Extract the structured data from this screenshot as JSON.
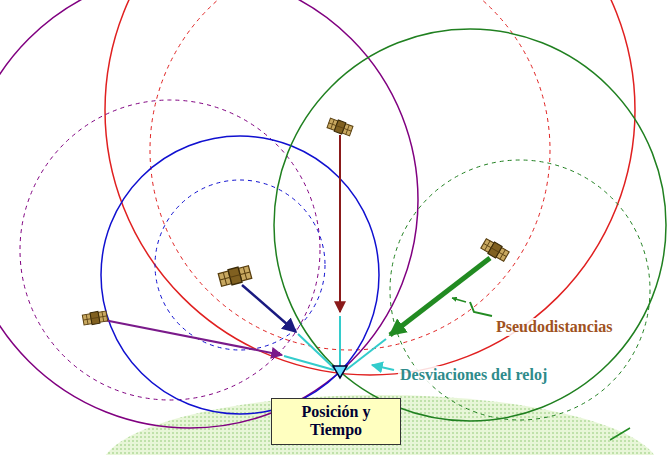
{
  "diagram": {
    "nodes": [
      {
        "text": [
          "Posición y Tiempo"
        ]
      }
    ],
    "labels": [
      "Pseudodistancias",
      "Desviaciones del reloj"
    ]
  }
}
